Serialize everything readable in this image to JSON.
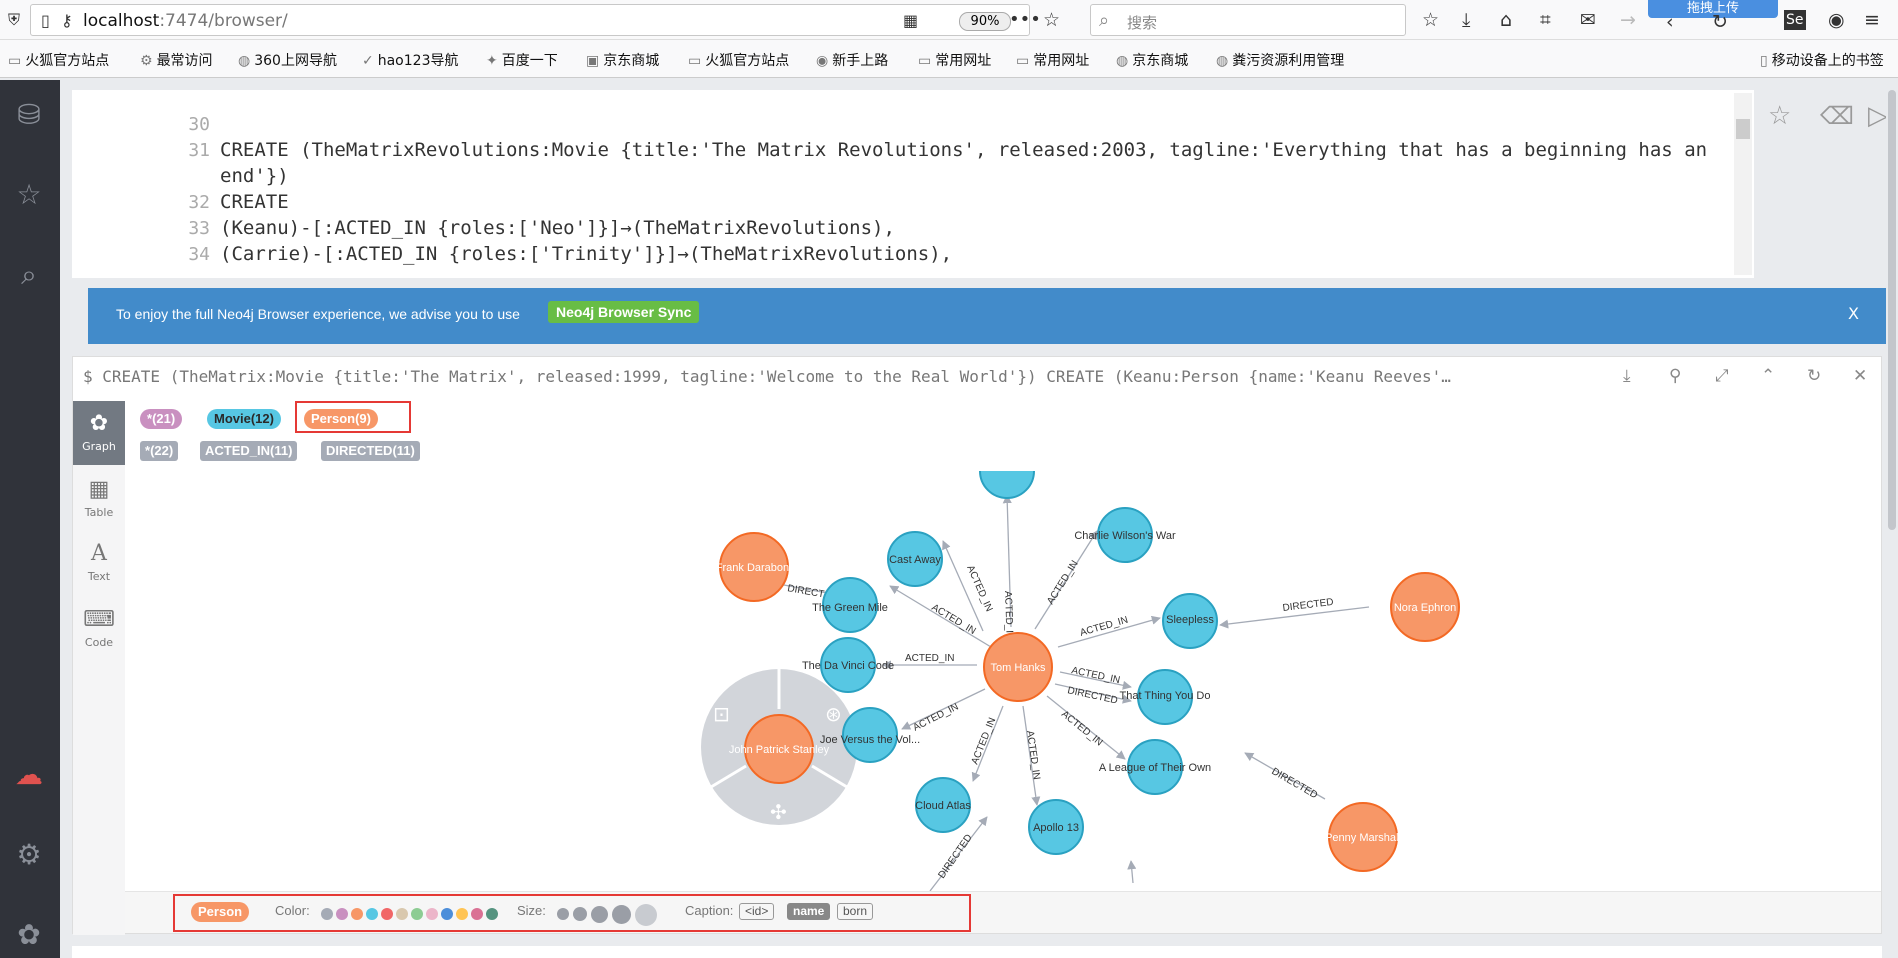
{
  "browser": {
    "url_host": "localhost",
    "url_path": ":7474/browser/",
    "zoom": "90%",
    "search_placeholder": "搜索",
    "upload_button": "拖拽上传"
  },
  "bookmarks": [
    "火狐官方站点",
    "最常访问",
    "360上网导航",
    "hao123导航",
    "百度一下",
    "京东商城",
    "火狐官方站点",
    "新手上路",
    "常用网址",
    "常用网址",
    "京东商城",
    "粪污资源利用管理",
    "移动设备上的书签"
  ],
  "editor": {
    "lines": [
      {
        "n": "30",
        "text": ""
      },
      {
        "n": "31",
        "text": "CREATE (TheMatrixRevolutions:Movie {title:'The Matrix Revolutions', released:2003, tagline:'Everything that has a beginning has an"
      },
      {
        "n": "",
        "text": "end'})"
      },
      {
        "n": "32",
        "text": "CREATE"
      },
      {
        "n": "33",
        "text": "(Keanu)-[:ACTED_IN {roles:['Neo']}]→(TheMatrixRevolutions),"
      },
      {
        "n": "34",
        "text": "(Carrie)-[:ACTED_IN {roles:['Trinity']}]→(TheMatrixRevolutions),"
      }
    ]
  },
  "banner": {
    "text": "To enjoy the full Neo4j Browser experience, we advise you to use",
    "button": "Neo4j Browser Sync",
    "close": "X"
  },
  "result": {
    "query": "$ CREATE (TheMatrix:Movie {title:'The Matrix', released:1999, tagline:'Welcome to the Real World'}) CREATE (Keanu:Person {name:'Keanu Reeves'…",
    "tabs": [
      "Graph",
      "Table",
      "Text",
      "Code"
    ],
    "node_pills": [
      {
        "label": "*",
        "count": "(21)",
        "color": "#c990c0"
      },
      {
        "label": "Movie",
        "count": "(12)",
        "color": "#57c7e3"
      },
      {
        "label": "Person",
        "count": "(9)",
        "color": "#f79767"
      }
    ],
    "rel_pills": [
      {
        "label": "*",
        "count": "(22)"
      },
      {
        "label": "ACTED_IN",
        "count": "(11)"
      },
      {
        "label": "DIRECTED",
        "count": "(11)"
      }
    ]
  },
  "graph": {
    "person_color": "#f79767",
    "movie_color": "#57c7e3",
    "nodes": [
      {
        "id": "tom",
        "label": "Tom Hanks",
        "type": "person"
      },
      {
        "id": "frank",
        "label": "Frank Darabont",
        "type": "person"
      },
      {
        "id": "nora",
        "label": "Nora Ephron",
        "type": "person"
      },
      {
        "id": "john",
        "label": "John Patrick Stanley",
        "type": "person"
      },
      {
        "id": "penny",
        "label": "Penny Marshall",
        "type": "person"
      },
      {
        "id": "castaway",
        "label": "Cast Away",
        "type": "movie"
      },
      {
        "id": "charlie",
        "label": "Charlie Wilson's War",
        "type": "movie"
      },
      {
        "id": "greenmile",
        "label": "The Green Mile",
        "type": "movie"
      },
      {
        "id": "sleepless",
        "label": "Sleepless",
        "type": "movie"
      },
      {
        "id": "davinci",
        "label": "The Da Vinci Code",
        "type": "movie"
      },
      {
        "id": "thatthing",
        "label": "That Thing You Do",
        "type": "movie"
      },
      {
        "id": "joe",
        "label": "Joe Versus the Vol...",
        "type": "movie"
      },
      {
        "id": "league",
        "label": "A League of Their Own",
        "type": "movie"
      },
      {
        "id": "cloud",
        "label": "Cloud Atlas",
        "type": "movie"
      },
      {
        "id": "apollo",
        "label": "Apollo 13",
        "type": "movie"
      }
    ],
    "relationships": [
      "DIRECTED",
      "ACTED_IN"
    ]
  },
  "legend": {
    "badge": "Person",
    "color_label": "Color:",
    "size_label": "Size:",
    "caption_label": "Caption:",
    "captions": [
      "<id>",
      "name",
      "born"
    ],
    "swatches": [
      "#a5abb6",
      "#c990c0",
      "#f79767",
      "#57c7e3",
      "#f16667",
      "#d9c8ae",
      "#8dcc93",
      "#ecb5c9",
      "#4c8eda",
      "#ffc454",
      "#da7194",
      "#569480"
    ]
  }
}
